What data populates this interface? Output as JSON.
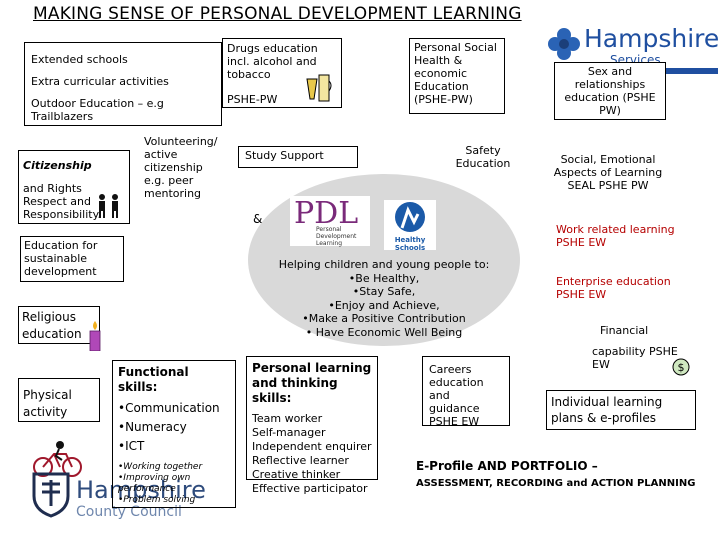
{
  "title": "MAKING SENSE OF PERSONAL DEVELOPMENT LEARNING",
  "logo_top": {
    "name": "Hampshire",
    "sub": "Services"
  },
  "logo_bottom": {
    "name": "Hampshire",
    "sub": "County Council"
  },
  "colors": {
    "ellipse": "#d9d9d9",
    "dark_red": "#b50000",
    "hampshire_blue": "#1f4fa0"
  },
  "boxes": {
    "left_group": {
      "extended_schools": "Extended schools",
      "extra_curricular": "Extra curricular activities",
      "outdoor_education": "Outdoor Education – e.g Trailblazers"
    },
    "drugs": {
      "line1": "Drugs education incl. alcohol and tobacco",
      "line2": "PSHE-PW"
    },
    "pshe": "Personal Social Health & economic Education (PSHE-PW)",
    "sex_rel": "Sex and relationships education (PSHE PW)",
    "citizenship": {
      "heading": "Citizenship",
      "body": "and Rights Respect and Responsibility."
    },
    "volunteering": "Volunteering/ active citizenship e.g. peer mentoring",
    "study_support": "Study Support",
    "safety": "Safety Education",
    "seal": "Social, Emotional Aspects of Learning SEAL PSHE PW",
    "ampersand": "&",
    "sustainable": "Education for sustainable development",
    "work_related": "Work related learning PSHE EW",
    "enterprise": "Enterprise education PSHE EW",
    "religious": "Religious education",
    "financial": {
      "line1": "Financial",
      "line2": "capability PSHE EW"
    },
    "physical": "Physical activity",
    "functional": {
      "heading": "Functional skills:",
      "items": [
        "•Communication",
        "•Numeracy",
        "•ICT"
      ],
      "small_items": [
        "•Working together",
        "•Improving own performance",
        "•Problem solving"
      ]
    },
    "plts": {
      "heading": "Personal learning and thinking skills:",
      "items": [
        "Team worker",
        "Self-manager",
        "Independent enquirer",
        "Reflective learner",
        "Creative thinker",
        "Effective participator"
      ]
    },
    "careers": "Careers education and guidance PSHE EW",
    "individual": "Individual learning plans & e-profiles",
    "eprofile": {
      "heading": "E-Profile AND PORTFOLIO –",
      "sub": "ASSESSMENT, RECORDING and ACTION PLANNING"
    }
  },
  "ellipse": {
    "intro": "Helping children and young people to:",
    "items": [
      "•Be Healthy,",
      "•Stay Safe,",
      "•Enjoy and Achieve,",
      "•Make a Positive Contribution",
      "• Have Economic Well Being"
    ]
  },
  "healthy_schools": "Healthy Schools",
  "pdl_logo": {
    "letters": "PDL",
    "caption": "Personal Development Learning"
  }
}
